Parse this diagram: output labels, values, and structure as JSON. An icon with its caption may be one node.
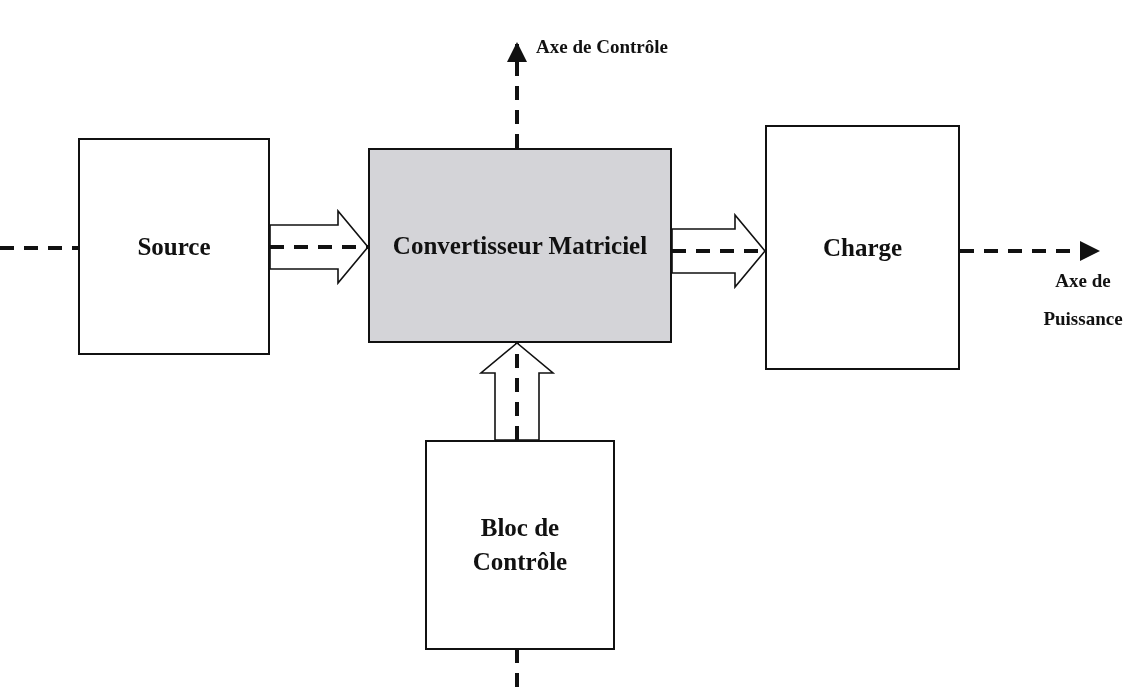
{
  "diagram": {
    "nodes": [
      {
        "text": [
          "Source"
        ]
      },
      {
        "text": [
          "Convertisseur Matriciel"
        ]
      },
      {
        "text": [
          "Charge"
        ]
      },
      {
        "text": [
          "Bloc de Contrôle"
        ]
      }
    ],
    "edges": [
      {
        "from": 0,
        "to": 1,
        "arrow": "to",
        "style": "thick"
      },
      {
        "from": 1,
        "to": 2,
        "arrow": "to",
        "style": "thick"
      },
      {
        "from": 3,
        "to": 1,
        "arrow": "to",
        "style": "thick"
      },
      {
        "from": null,
        "to": 0,
        "arrow": "none",
        "style": "dashed"
      },
      {
        "from": 0,
        "to": 1,
        "arrow": "none",
        "style": "dashed"
      },
      {
        "from": 1,
        "to": 2,
        "arrow": "none",
        "style": "dashed"
      },
      {
        "from": 2,
        "to": null,
        "arrow": "to",
        "style": "dashed",
        "label": "Axe de Puissance"
      },
      {
        "from": null,
        "to": 3,
        "arrow": "none",
        "style": "dashed"
      },
      {
        "from": 3,
        "to": 1,
        "arrow": "none",
        "style": "dashed"
      },
      {
        "from": 1,
        "to": null,
        "arrow": "to",
        "style": "dashed",
        "label": "Axe de Contrôle"
      }
    ]
  }
}
